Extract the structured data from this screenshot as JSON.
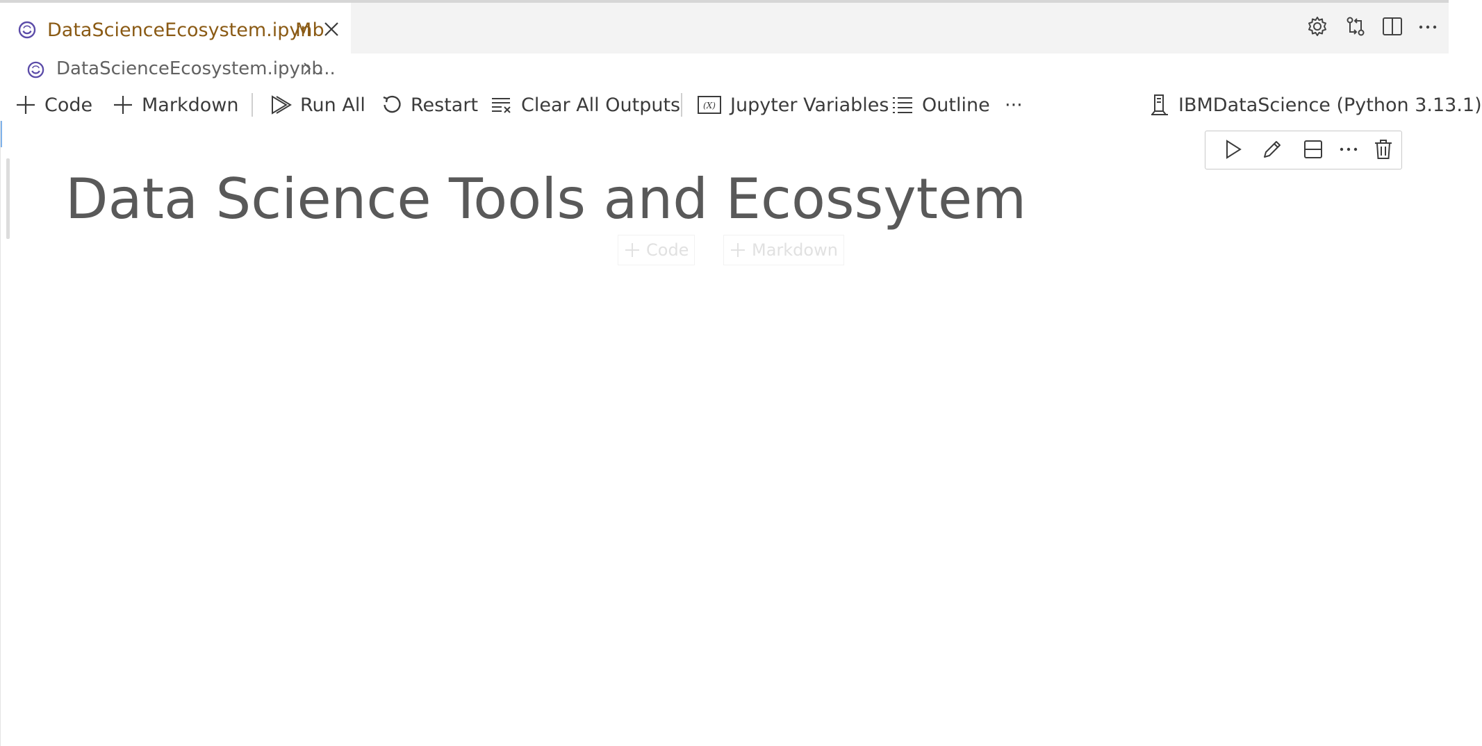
{
  "tab": {
    "title": "DataScienceEcosystem.ipynb",
    "modified_marker": "M",
    "icon": "jupyter-notebook-icon",
    "close_icon": "close-icon"
  },
  "title_bar_actions": [
    "gear-icon",
    "compare-changes-icon",
    "split-editor-icon",
    "more-actions-icon"
  ],
  "breadcrumb": {
    "file": "DataScienceEcosystem.ipynb",
    "ellipsis": "..."
  },
  "toolbar": {
    "add_code": "Code",
    "add_markdown": "Markdown",
    "run_all": "Run All",
    "restart": "Restart",
    "clear_outputs": "Clear All Outputs",
    "variables": "Jupyter Variables",
    "outline": "Outline",
    "more": "···",
    "kernel": "IBMDataScience (Python 3.13.1)"
  },
  "cell": {
    "type": "markdown",
    "heading": "Data Science Tools and Ecossytem",
    "toolbar_actions": [
      "run-cell-icon",
      "edit-icon",
      "split-cell-icon",
      "more-icon",
      "delete-icon"
    ]
  },
  "insert_buttons": {
    "code": "Code",
    "markdown": "Markdown"
  },
  "colors": {
    "modified_tab_text": "#8a5a14",
    "jupyter_icon": "#5b4ba8",
    "focus_indicator": "#7fb2ea"
  }
}
